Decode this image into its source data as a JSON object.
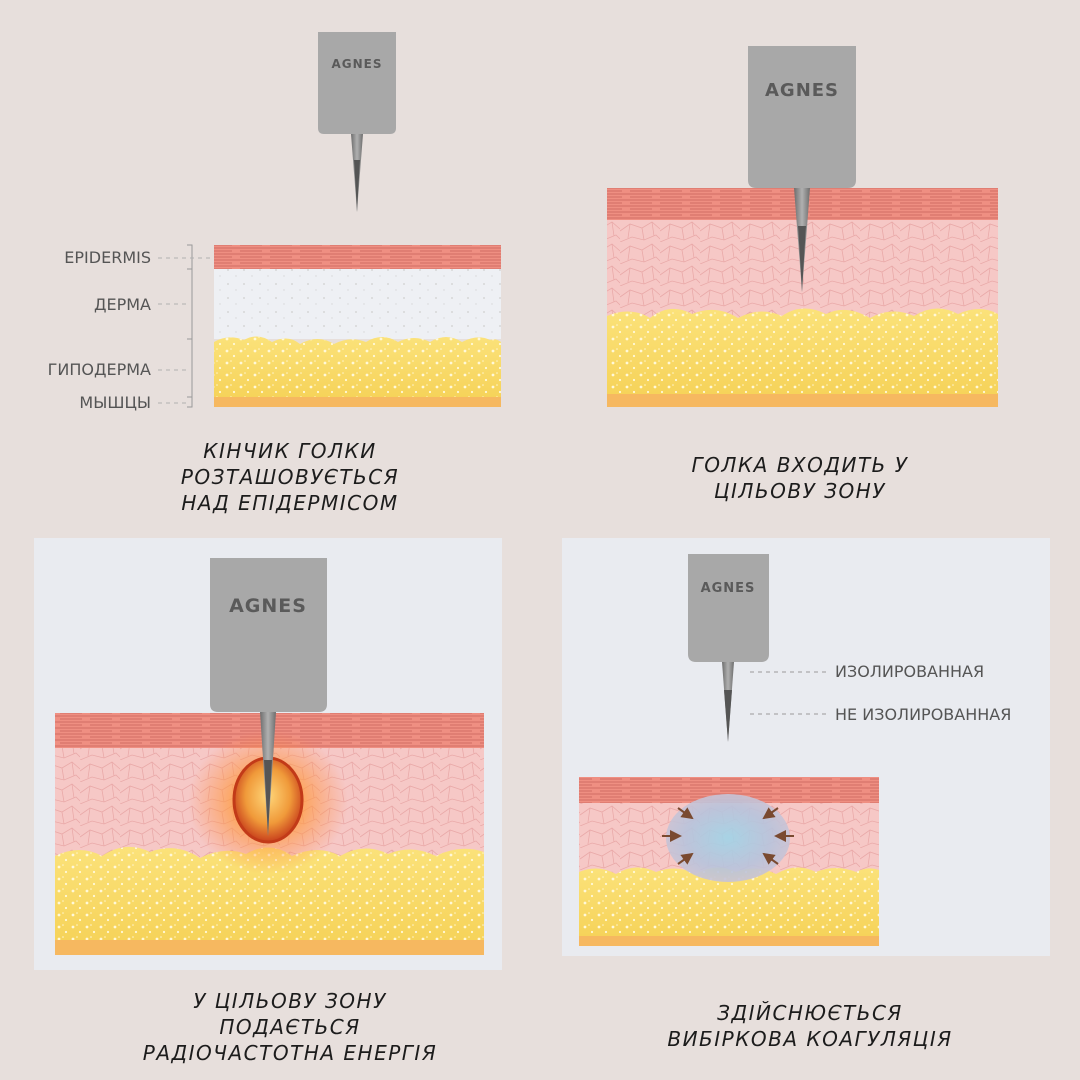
{
  "brand": "AGNES",
  "panel1": {
    "labels": {
      "epidermis": "EPIDERMIS",
      "derma": "ДЕРМА",
      "hypoderm": "ГИПОДЕРМА",
      "muscle": "МЫШЦЫ"
    },
    "caption": [
      "КІНЧИК ГОЛКИ",
      "РОЗТАШОВУЄТЬСЯ",
      "НАД ЕПІДЕРМІСОМ"
    ]
  },
  "panel2": {
    "caption": [
      "ГОЛКА ВХОДИТЬ У",
      "ЦІЛЬОВУ ЗОНУ"
    ]
  },
  "panel3": {
    "caption": [
      "У ЦІЛЬОВУ ЗОНУ",
      "ПОДАЄТЬСЯ",
      "РАДІОЧАСТОТНА ЕНЕРГІЯ"
    ]
  },
  "panel4": {
    "labels": {
      "insulated": "ИЗОЛИРОВАННАЯ",
      "non_insulated": "НЕ ИЗОЛИРОВАННАЯ"
    },
    "caption": [
      "ЗДІЙСНЮЄТЬСЯ",
      "ВИБІРКОВА КОАГУЛЯЦІЯ"
    ]
  },
  "colors": {
    "background": "#e7dfdc",
    "panel_bg": "#e9ebf0",
    "epidermis": "#ef8f82",
    "dermis": "#f6c8c6",
    "fat": "#f9dd6a",
    "muscle": "#f6b860",
    "device": "#a8a8a8"
  }
}
